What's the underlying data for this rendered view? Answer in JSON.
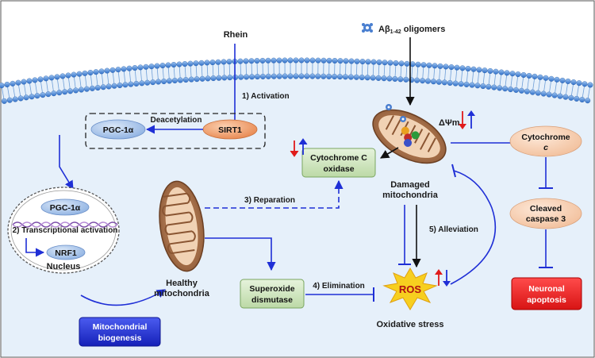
{
  "labels": {
    "rhein": "Rhein",
    "abeta_prefix": "Aβ",
    "abeta_sub": "1-42",
    "abeta_suffix": " oligomers",
    "activation": "1) Activation",
    "deacetylation": "Deacetylation",
    "pgc1a": "PGC-1α",
    "sirt1": "SIRT1",
    "nucleus_pgc1a": "PGC-1α",
    "transcriptional": "2) Transcriptional  activation",
    "nrf1": "NRF1",
    "nucleus": "Nucleus",
    "healthy_line1": "Healthy",
    "healthy_line2": "mitochondria",
    "mito_biogenesis_line1": "Mitochondrial",
    "mito_biogenesis_line2": "biogenesis",
    "reparation": "3) Reparation",
    "cco_line1": "Cytochrome C",
    "cco_line2": "oxidase",
    "delta_psi": "ΔΨm",
    "damaged_line1": "Damaged",
    "damaged_line2": "mitochondria",
    "alleviation": "5) Alleviation",
    "sod_line1": "Superoxide",
    "sod_line2": "dismutase",
    "elimination": "4) Elimination",
    "ros": "ROS",
    "oxidative_stress": "Oxidative stress",
    "cytc_line1": "Cytochrome",
    "cytc_line2": "c",
    "caspase_line1": "Cleaved",
    "caspase_line2": "caspase 3",
    "apoptosis_line1": "Neuronal",
    "apoptosis_line2": "apoptosis"
  },
  "colors": {
    "arrow_blue": "#1f2fd6",
    "up_arrow_red": "#e01b1b",
    "membrane_blue": "#4a87d6",
    "cytoplasm": "#e6f0fa",
    "sirt1_fill": "#f0a070",
    "pgc_fill": "#a9c6ec",
    "green_box": "#cfe5c0",
    "peach_oval": "#f5cfb2",
    "apoptosis_red": "#e51b1b",
    "biogenesis_blue": "#1d2fd8",
    "ros_yellow": "#f7cf1f"
  }
}
